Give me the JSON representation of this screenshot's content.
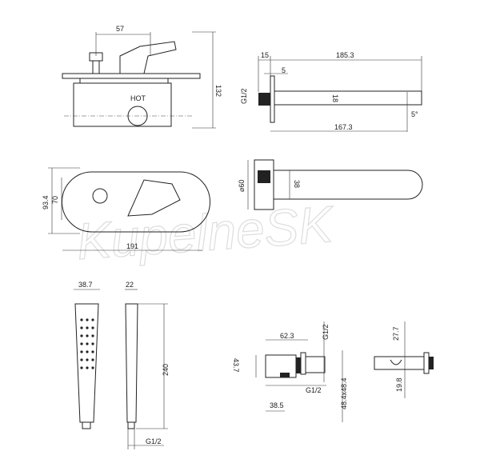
{
  "watermark": "KupelneSK",
  "mixer_top": {
    "width": "57",
    "height": "132",
    "hot_label": "HOT"
  },
  "spout_side": {
    "flange": "15",
    "length": "185.3",
    "plate": "5",
    "thread": "G1/2",
    "height": "18",
    "angle": "5°",
    "reach": "167.3"
  },
  "mixer_front": {
    "plate_height": "93.4",
    "inner_height": "70",
    "width": "191"
  },
  "spout_front": {
    "diameter": "⌀60",
    "height": "38"
  },
  "hand_shower": {
    "width": "38.7",
    "depth": "22",
    "length": "240",
    "thread": "G1/2"
  },
  "wall_outlet": {
    "depth": "62.3",
    "thread_top": "G1/2",
    "height": "43.7",
    "thread_bottom": "G1/2",
    "offset": "38.5",
    "plate": "48.4x48.4"
  },
  "holder": {
    "top": "27.7",
    "bottom": "19.8"
  }
}
